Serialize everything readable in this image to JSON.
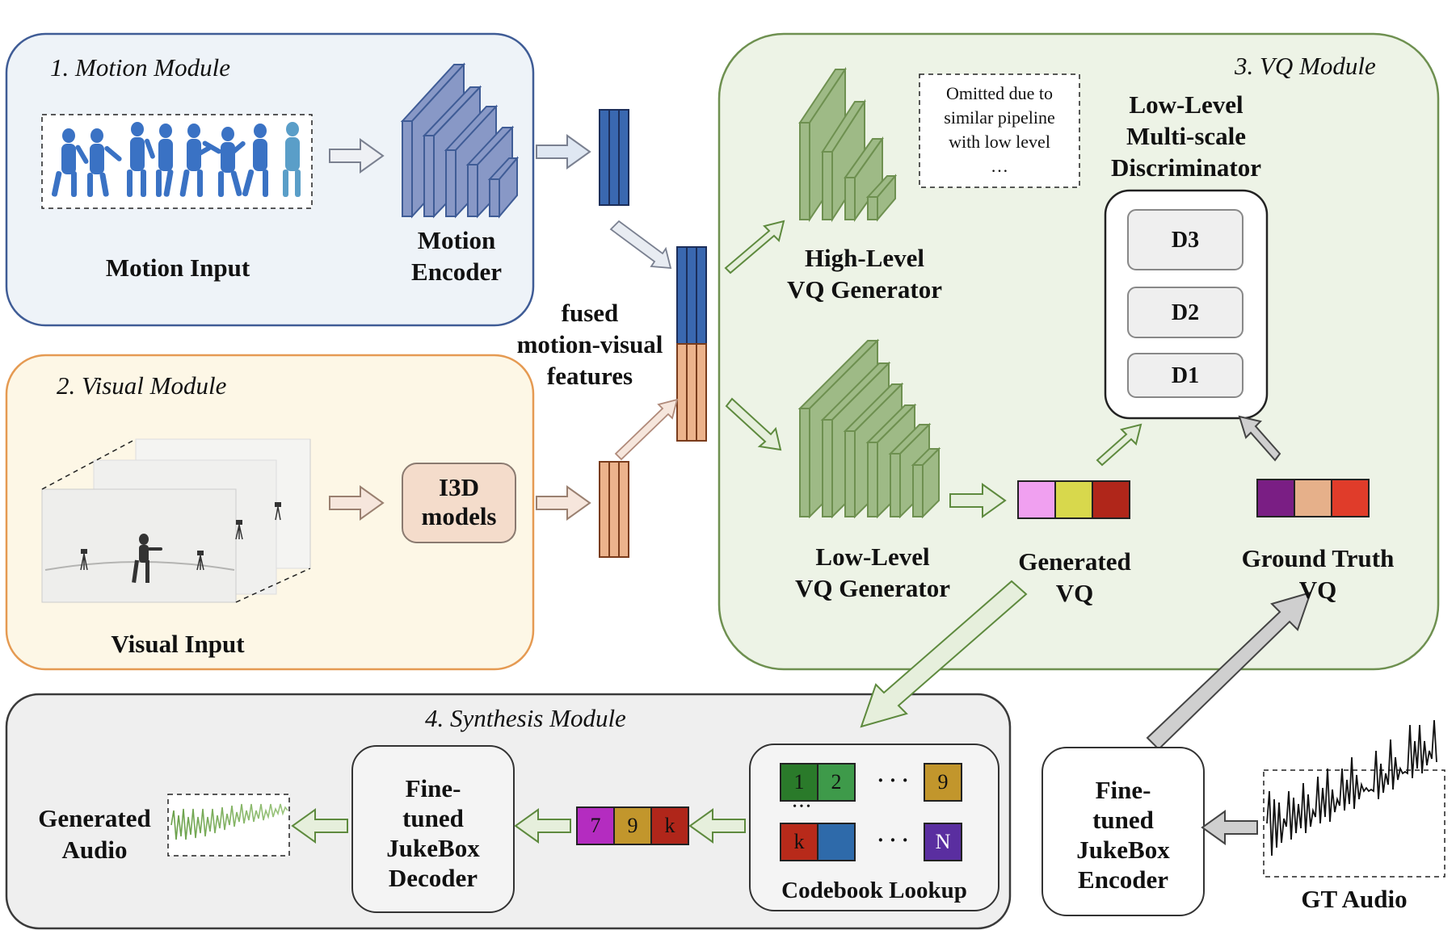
{
  "modules": {
    "motion": {
      "title": "1. Motion Module",
      "input_label": "Motion Input",
      "encoder_label": [
        "Motion",
        "Encoder"
      ]
    },
    "visual": {
      "title": "2. Visual Module",
      "input_label": "Visual Input",
      "model_label": [
        "I3D",
        "models"
      ]
    },
    "fused_label": [
      "fused",
      "motion-visual",
      "features"
    ],
    "vq": {
      "title": "3. VQ Module",
      "omitted_note": [
        "Omitted due to",
        "similar pipeline",
        "with low level",
        "…"
      ],
      "high_gen": [
        "High-Level",
        "VQ Generator"
      ],
      "low_gen": [
        "Low-Level",
        "VQ Generator"
      ],
      "discriminator_title": [
        "Low-Level",
        "Multi-scale",
        "Discriminator"
      ],
      "discriminators": [
        "D3",
        "D2",
        "D1"
      ],
      "generated_vq": [
        "Generated",
        "VQ"
      ],
      "ground_truth_vq": [
        "Ground Truth",
        "VQ"
      ]
    },
    "synthesis": {
      "title": "4. Synthesis Module",
      "generated_audio": [
        "Generated",
        "Audio"
      ],
      "decoder": [
        "Fine-",
        "tuned",
        "JukeBox",
        "Decoder"
      ],
      "sequence_tokens": [
        "7",
        "9",
        "k"
      ],
      "codebook_label": "Codebook Lookup",
      "codebook_row1": [
        "1",
        "2",
        "9"
      ],
      "codebook_row2": [
        "k",
        "N"
      ],
      "ellipsis": "· · ·",
      "dots": "• • •"
    },
    "encoder": {
      "label": [
        "Fine-",
        "tuned",
        "JukeBox",
        "Encoder"
      ],
      "gt_audio": "GT Audio"
    }
  },
  "colors": {
    "motion_bg": "#eef3f8",
    "motion_border": "#3f5c96",
    "visual_bg": "#fdf7e6",
    "visual_border": "#e59a52",
    "vq_bg": "#edf3e6",
    "vq_border": "#6e9050",
    "synth_bg": "#efefef",
    "synth_border": "#3a3a3a",
    "encoder_block": "#8898c6",
    "feature_blue": "#3a68b0",
    "feature_orange": "#ecb38c",
    "generator_green": "#9eba86",
    "gen_vq": [
      "#f0a0f0",
      "#d8d84c",
      "#b0261a"
    ],
    "gt_vq": [
      "#7a1e84",
      "#e6b08a",
      "#e03c2a"
    ],
    "seq_tokens": [
      "#b42cc0",
      "#c2962c",
      "#b0261a"
    ],
    "codebook_row1": [
      "#2a7a2a",
      "#3e9a4a",
      "#c2962c"
    ],
    "codebook_row2": [
      "#b82a1a",
      "#2e6aaa",
      "#5a2ea0"
    ]
  }
}
